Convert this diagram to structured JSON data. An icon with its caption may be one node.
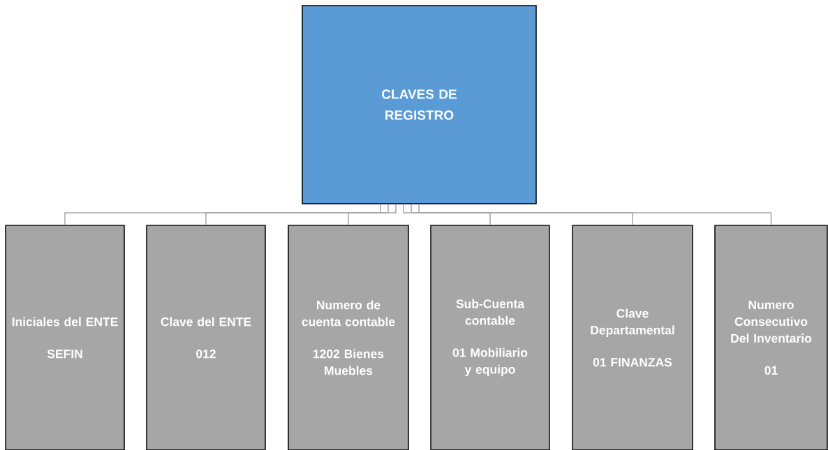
{
  "diagram": {
    "nodes": [
      {
        "text": [
          "CLAVES DE REGISTRO"
        ]
      },
      {
        "text": [
          "Iniciales del ENTE",
          "SEFIN"
        ]
      },
      {
        "text": [
          "Clave del ENTE",
          "012"
        ]
      },
      {
        "text": [
          "Numero de cuenta contable",
          "1202 Bienes Muebles"
        ]
      },
      {
        "text": [
          "Sub-Cuenta contable",
          "01 Mobiliario y equipo"
        ]
      },
      {
        "text": [
          "Clave Departamental",
          "01 FINANZAS"
        ]
      },
      {
        "text": [
          "Numero Consecutivo Del Inventario",
          "01"
        ]
      }
    ],
    "edges": [
      {
        "from": 0,
        "to": 1,
        "arrow": "none"
      },
      {
        "from": 0,
        "to": 2,
        "arrow": "none"
      },
      {
        "from": 0,
        "to": 3,
        "arrow": "none"
      },
      {
        "from": 0,
        "to": 4,
        "arrow": "none"
      },
      {
        "from": 0,
        "to": 5,
        "arrow": "none"
      },
      {
        "from": 0,
        "to": 6,
        "arrow": "none"
      }
    ]
  }
}
